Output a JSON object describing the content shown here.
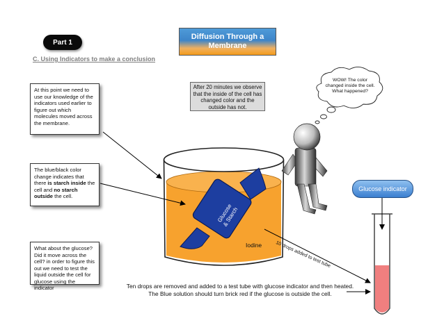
{
  "header": {
    "part_label": "Part 1",
    "subtitle": "C. Using Indicators to make a conclusion",
    "title": "Diffusion Through a Membrane"
  },
  "notes": {
    "note1": "At this point we need to use our knowledge of the indicators used earlier to figure out which molecules moved across the membrane.",
    "note2_part1": "The blue/black color change indicates that there ",
    "note2_bold1": "is starch inside",
    "note2_part2": " the cell and ",
    "note2_bold2": "no starch outside",
    "note2_part3": " the cell.",
    "note3": "What about the glucose? Did it move across the cell? in order to figure this out we need to test the liquid outside the cell for glucose using the indicator"
  },
  "observation": "After 20 minutes we observe that the inside of the cell has changed color and the outside has not.",
  "thought": "WOW! The color changed inside the cell. What happened?",
  "beaker": {
    "bag_label_line1": "Glucose",
    "bag_label_line2": "& Starch",
    "liquid_label": "Iodine"
  },
  "arrow_label": "10 drops added to test tube",
  "test_tube": {
    "indicator_label": "Glucose indicator"
  },
  "bottom_text": "Ten drops are removed and added to a test tube with glucose indicator and then heated. The Blue solution should turn brick red if the glucose is outside the cell.",
  "colors": {
    "title_top": "#3e85c9",
    "title_bottom": "#f39b1b",
    "liquid": "#f7a22e",
    "bag": "#1d3ea0",
    "tube_liquid": "#f07f7f"
  }
}
